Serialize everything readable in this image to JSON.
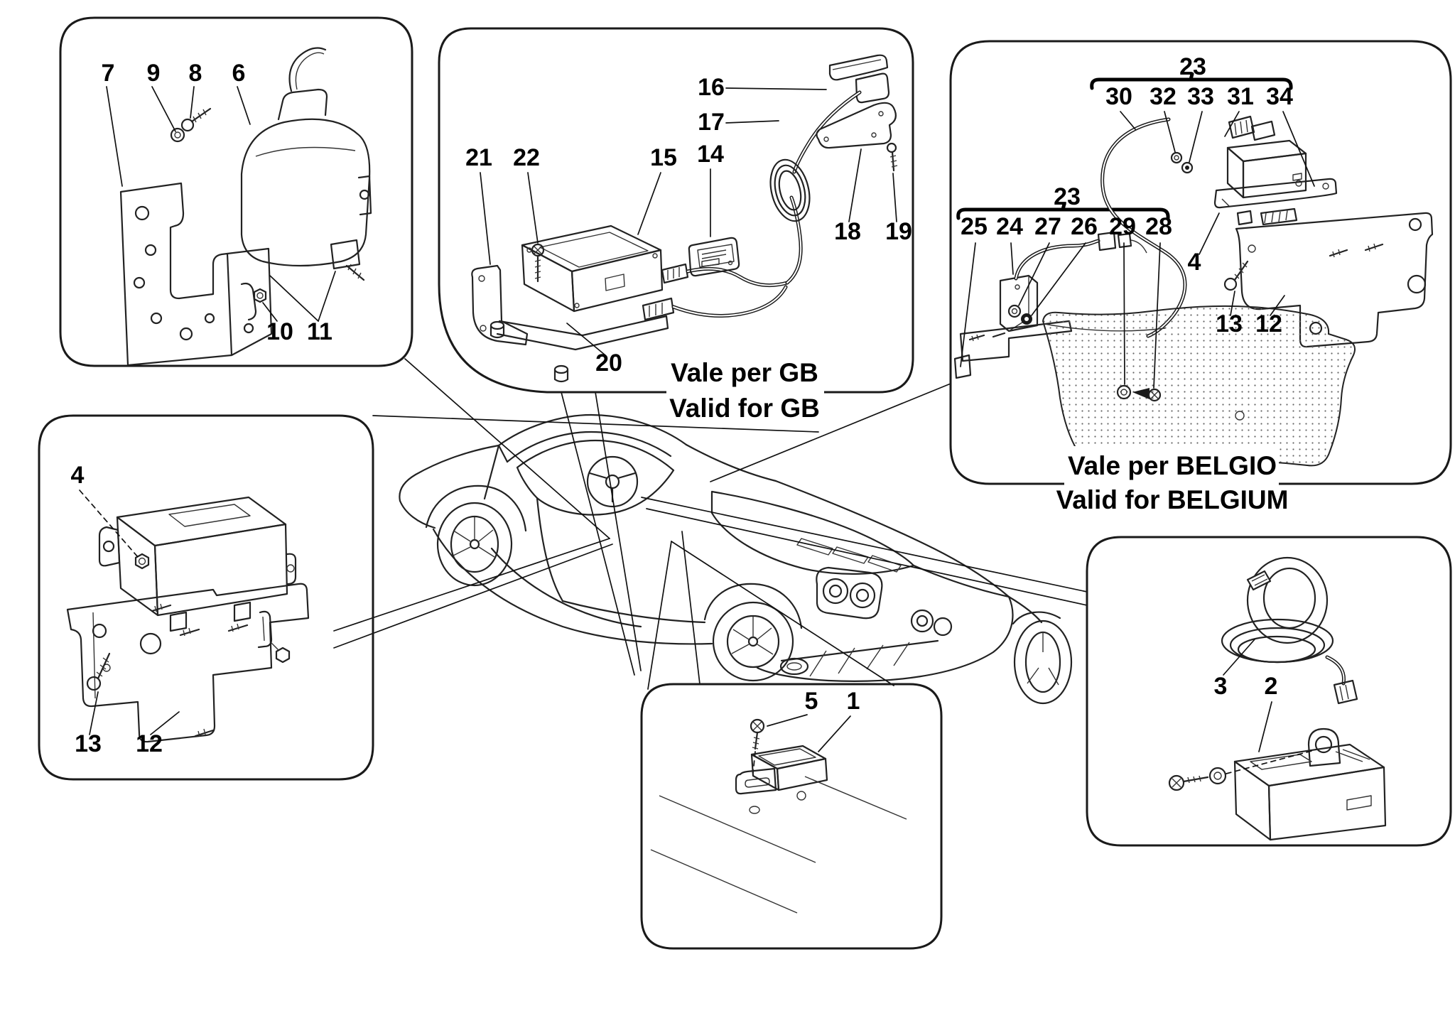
{
  "captions": {
    "gb_line1": "Vale per GB",
    "gb_line2": "Valid for GB",
    "belgium_line1": "Vale per BELGIO",
    "belgium_line2": "Valid for BELGIUM"
  },
  "labels": {
    "n1": "1",
    "n2": "2",
    "n3": "3",
    "n4_left": "4",
    "n4_right": "4",
    "n5": "5",
    "n6": "6",
    "n7": "7",
    "n8": "8",
    "n9": "9",
    "n10": "10",
    "n11": "11",
    "n12_left": "12",
    "n12_right": "12",
    "n13_left": "13",
    "n13_right": "13",
    "n14": "14",
    "n15": "15",
    "n16": "16",
    "n17": "17",
    "n18": "18",
    "n19": "19",
    "n20": "20",
    "n21": "21",
    "n22": "22",
    "n23_top": "23",
    "n23_mid": "23",
    "n24": "24",
    "n25": "25",
    "n26": "26",
    "n27": "27",
    "n28": "28",
    "n29": "29",
    "n30": "30",
    "n31": "31",
    "n32": "32",
    "n33": "33",
    "n34": "34"
  },
  "colors": {
    "line": "#1a1a1a",
    "background": "#ffffff"
  }
}
